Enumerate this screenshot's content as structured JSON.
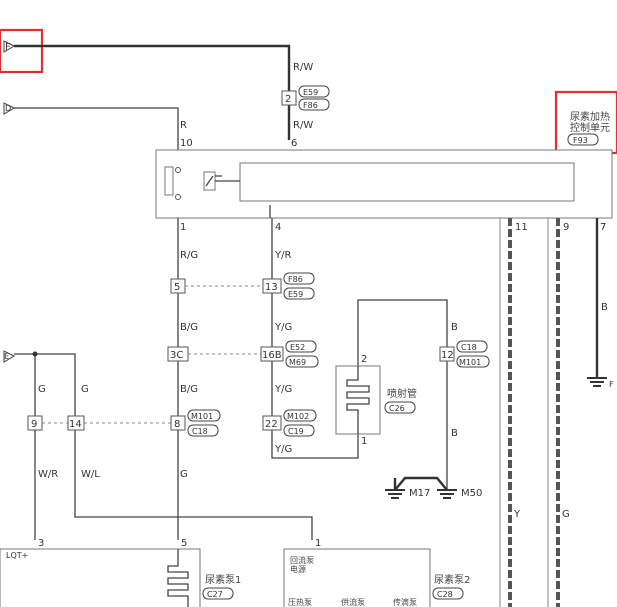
{
  "terminals": {
    "f": "F",
    "d": "D",
    "e": "E",
    "f_partial": "F"
  },
  "wires": {
    "top_rw1": "R/W",
    "top_rw2": "R/W",
    "r": "R",
    "rg": "R/G",
    "bg1": "B/G",
    "bg2": "B/G",
    "yr": "Y/R",
    "yg1": "Y/G",
    "yg2": "Y/G",
    "yg3": "Y/G",
    "g1": "G",
    "g2": "G",
    "wr": "W/R",
    "wl": "W/L",
    "g3": "G",
    "b1": "B",
    "b2": "B",
    "b3": "B",
    "y": "Y",
    "g4": "G"
  },
  "pins": {
    "p10": "10",
    "p6": "6",
    "p1": "1",
    "p4": "4",
    "p11": "11",
    "p9": "9",
    "p7": "7",
    "p2top": "2",
    "p5": "5",
    "p13": "13",
    "p3c": "3C",
    "p16b": "16B",
    "p8": "8",
    "p22": "22",
    "p9b": "9",
    "p14": "14",
    "p12": "12",
    "inj2": "2",
    "inj1": "1",
    "p3": "3",
    "p5b": "5",
    "p1b": "1"
  },
  "connectors": {
    "e59a": "E59",
    "f86a": "F86",
    "f86b": "F86",
    "e59b": "E59",
    "e52": "E52",
    "m69": "M69",
    "m101a": "M101",
    "c18a": "C18",
    "m102": "M102",
    "c19": "C19",
    "c18b": "C18",
    "m101b": "M101",
    "c26": "C26",
    "f93": "F93",
    "c27": "C27",
    "c28": "C28"
  },
  "components": {
    "heater_ctrl_line1": "尿素加热",
    "heater_ctrl_line2": "控制单元",
    "injector": "喷射管",
    "pump1": "尿素泵1",
    "pump2": "尿素泵2",
    "lqt": "LQT+",
    "return_pump_line1": "回流泵",
    "return_pump_line2": "电源",
    "pump_a": "压热泵",
    "pump_b": "供流泵",
    "pump_c": "传滴泵"
  },
  "grounds": {
    "m17": "M17",
    "m50": "M50",
    "f_ground": "F"
  },
  "colors": {
    "highlight": "#e03030",
    "wire": "#444444"
  }
}
